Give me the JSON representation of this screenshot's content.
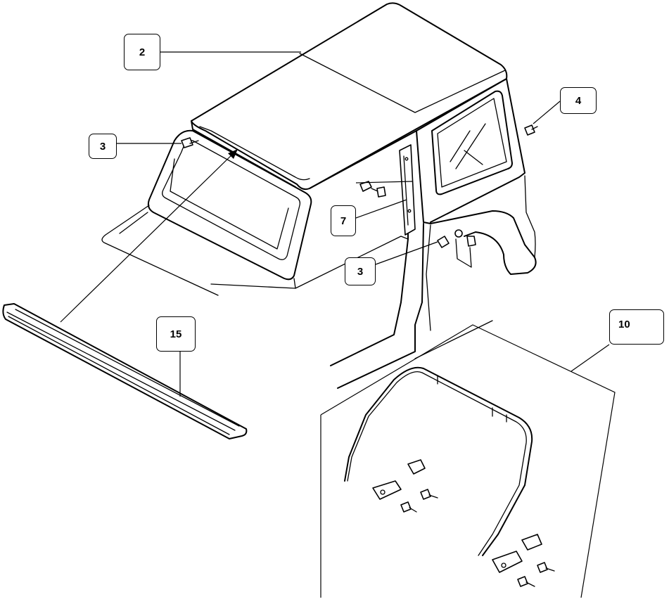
{
  "callouts": {
    "c2": "2",
    "c3_top": "3",
    "c3_mid": "3",
    "c4": "4",
    "c7": "7",
    "c10": "10",
    "c15": "15"
  },
  "icons": [
    "hardtop-roof",
    "windshield-frame",
    "door-frame",
    "side-window",
    "mounting-bracket",
    "screw",
    "nut",
    "windshield-seal-strip",
    "door-seal-frame"
  ]
}
